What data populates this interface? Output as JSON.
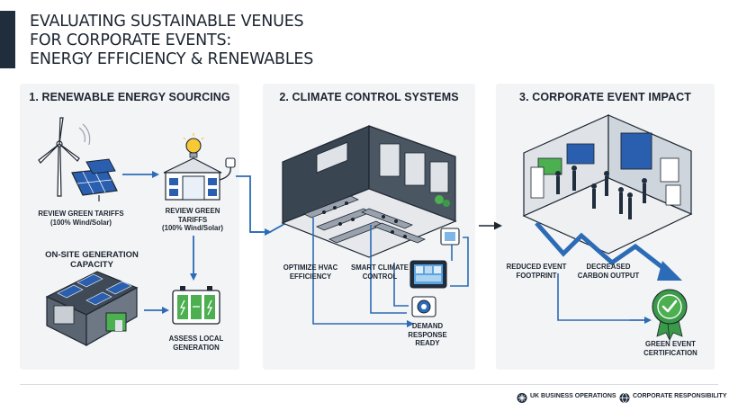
{
  "title": {
    "line1": "EVALUATING SUSTAINABLE VENUES",
    "line2": "FOR CORPORATE EVENTS:",
    "line3": "ENERGY EFFICIENCY & RENEWABLES"
  },
  "panels": [
    {
      "heading": "1. RENEWABLE ENERGY SOURCING",
      "nodes": {
        "wind_solar": "REVIEW GREEN TARIFFS\n(100% Wind/Solar)",
        "green_building": "REVIEW GREEN\nTARIFFS\n(100% Wind/Solar)",
        "onsite": "ON-SITE GENERATION\nCAPACITY",
        "battery": "ASSESS LOCAL\nGENERATION"
      }
    },
    {
      "heading": "2. CLIMATE CONTROL SYSTEMS",
      "nodes": {
        "hvac": "OPTIMIZE HVAC\nEFFICIENCY",
        "smart": "SMART CLIMATE\nCONTROL",
        "demand": "DEMAND\nRESPONSE\nREADY"
      }
    },
    {
      "heading": "3. CORPORATE EVENT IMPACT",
      "nodes": {
        "footprint": "REDUCED EVENT\nFOOTPRINT",
        "carbon": "DECREASED\nCARBON OUTPUT",
        "certification": "GREEN EVENT\nCERTIFICATION"
      }
    }
  ],
  "footer": {
    "left": "UK BUSINESS OPERATIONS",
    "right": "CORPORATE RESPONSIBILITY"
  },
  "colors": {
    "accent": "#1f2d3d",
    "arrow_blue": "#2c6bb5",
    "panel_bg": "#f3f4f6",
    "solar": "#2a5fb0",
    "battery_green": "#4caf50",
    "badge_green": "#3a9a48"
  }
}
